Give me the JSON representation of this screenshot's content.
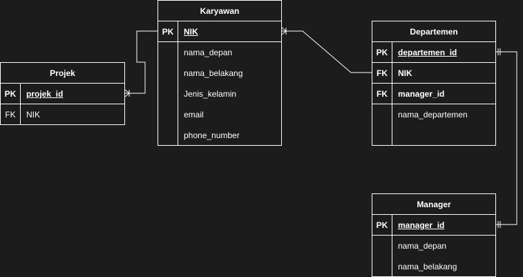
{
  "entities": {
    "karyawan": {
      "title": "Karyawan",
      "pk_key": "PK",
      "pk_field": "NIK",
      "fields": [
        "nama_depan",
        "nama_belakang",
        "Jenis_kelamin",
        "email",
        "phone_number"
      ]
    },
    "projek": {
      "title": "Projek",
      "pk_key": "PK",
      "pk_field": "projek_id",
      "fk_key": "FK",
      "fk_field": "NIK"
    },
    "departemen": {
      "title": "Departemen",
      "pk_key": "PK",
      "pk_field": "departemen_id",
      "fk1_key": "FK",
      "fk1_field": "NIK",
      "fk2_key": "FK",
      "fk2_field": "manager_id",
      "fields": [
        "nama_departemen"
      ]
    },
    "manager": {
      "title": "Manager",
      "pk_key": "PK",
      "pk_field": "manager_id",
      "fields": [
        "nama_depan",
        "nama_belakang"
      ]
    }
  },
  "colors": {
    "background": "#1c1c1c",
    "line": "#ffffff",
    "text": "#ffffff"
  }
}
